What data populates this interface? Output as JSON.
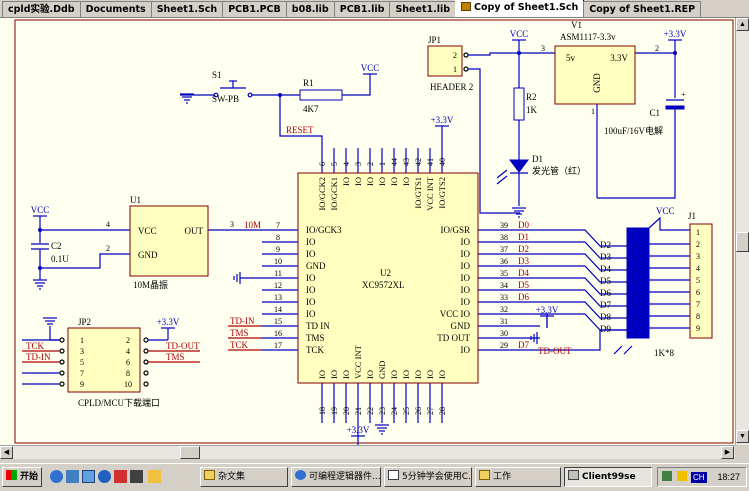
{
  "tabs": [
    {
      "label": "cpld实验.Ddb",
      "active": false
    },
    {
      "label": "Documents",
      "active": false
    },
    {
      "label": "Sheet1.Sch",
      "active": false
    },
    {
      "label": "PCB1.PCB",
      "active": false
    },
    {
      "label": "b08.lib",
      "active": false
    },
    {
      "label": "PCB1.lib",
      "active": false
    },
    {
      "label": "Sheet1.lib",
      "active": false
    },
    {
      "label": "Copy of Sheet1.Sch",
      "active": true
    },
    {
      "label": "Copy of Sheet1.REP",
      "active": false
    }
  ],
  "schematic": {
    "jp1": {
      "designator": "JP1",
      "name": "HEADER 2",
      "pins": [
        "2",
        "1"
      ]
    },
    "vcc_label": "VCC",
    "plus33": "+3.3V",
    "v1": {
      "designator": "V1",
      "part": "ASM1117-3.3v",
      "in": "5v",
      "out": "3.3V",
      "gnd": "GND",
      "pin_in": "3",
      "pin_out": "2",
      "pin_gnd": "1"
    },
    "c1": {
      "designator": "C1",
      "value": "100uF/16V电解"
    },
    "r2": {
      "designator": "R2",
      "value": "1K"
    },
    "d1": {
      "designator": "D1",
      "value": "发光管（红）"
    },
    "s1": {
      "designator": "S1",
      "part": "SW-PB"
    },
    "r1": {
      "designator": "R1",
      "value": "4K7"
    },
    "reset": "RESET",
    "u1": {
      "designator": "U1",
      "part": "10M晶振",
      "vcc": "VCC",
      "gnd": "GND",
      "out": "OUT",
      "pin_vcc": "4",
      "pin_gnd": "2",
      "pin_out": "3",
      "net": "10M"
    },
    "c2": {
      "designator": "C2",
      "value": "0.1U"
    },
    "u2": {
      "designator": "U2",
      "part": "XC9572XL",
      "top_pins": [
        "6",
        "5",
        "4",
        "3",
        "2",
        "1",
        "44",
        "43",
        "42",
        "41",
        "40"
      ],
      "top_labels": [
        "IO/GCK2",
        "IO/GCK1",
        "IO",
        "IO",
        "IO",
        "IO",
        "IO",
        "IO",
        "IO/GTS1",
        "VCC INT",
        "IO/GTS2"
      ],
      "left_pins": [
        "7",
        "8",
        "9",
        "10",
        "11",
        "12",
        "13",
        "14",
        "15",
        "16",
        "17"
      ],
      "left_labels": [
        "IO/GCK3",
        "IO",
        "IO",
        "GND",
        "IO",
        "IO",
        "IO",
        "IO",
        "TD IN",
        "TMS",
        "TCK"
      ],
      "right_pins": [
        "39",
        "38",
        "37",
        "36",
        "35",
        "34",
        "33",
        "32",
        "31",
        "30",
        "29"
      ],
      "right_labels": [
        "IO/GSR",
        "IO",
        "IO",
        "IO",
        "IO",
        "IO",
        "IO",
        "VCC IO",
        "GND",
        "TD OUT",
        "IO"
      ],
      "right_nets": [
        "D0",
        "D1",
        "D2",
        "D3",
        "D4",
        "D5",
        "D6",
        "+3.3V",
        "",
        "TD-OUT",
        "D7"
      ],
      "bottom_pins": [
        "18",
        "19",
        "20",
        "21",
        "22",
        "23",
        "24",
        "25",
        "26",
        "27",
        "28"
      ],
      "bottom_labels": [
        "IO",
        "IO",
        "IO",
        "VCC INT",
        "IO",
        "GND",
        "IO",
        "IO",
        "IO",
        "IO",
        "IO"
      ],
      "left_nets": [
        "10M",
        "",
        "",
        "",
        "",
        "",
        "",
        "",
        "TD-IN",
        "TMS",
        "TCK"
      ]
    },
    "jp2": {
      "designator": "JP2",
      "name": "CPLD/MCU下载端口",
      "left_pins": [
        "1",
        "3",
        "5",
        "7",
        "9"
      ],
      "right_pins": [
        "2",
        "4",
        "6",
        "8",
        "10"
      ],
      "left_nets": [
        "",
        "TCK",
        "TD-IN",
        "",
        ""
      ],
      "right_nets": [
        "+3.3V",
        "TD-OUT",
        "TMS",
        "",
        ""
      ]
    },
    "j1": {
      "designator": "J1",
      "pins": [
        "1",
        "2",
        "3",
        "4",
        "5",
        "6",
        "7",
        "8",
        "9"
      ]
    },
    "ledbar": {
      "name": "1K*8",
      "labels": [
        "D2",
        "D3",
        "D4",
        "D5",
        "D6",
        "D7",
        "D8",
        "D9"
      ]
    }
  },
  "taskbar": {
    "start": "开始",
    "buttons": [
      "杂文集",
      "可编程逻辑器件...",
      "5分钟学会使用C...",
      "工作",
      "Client99se"
    ],
    "clock": "18:27",
    "ime": "CH"
  },
  "colors": {
    "wire": "#0000c0",
    "red": "#b00000",
    "part_fill": "#ffffc0",
    "part_stroke": "#800000",
    "sheet": "#fffff0",
    "power": "#0000c0"
  }
}
